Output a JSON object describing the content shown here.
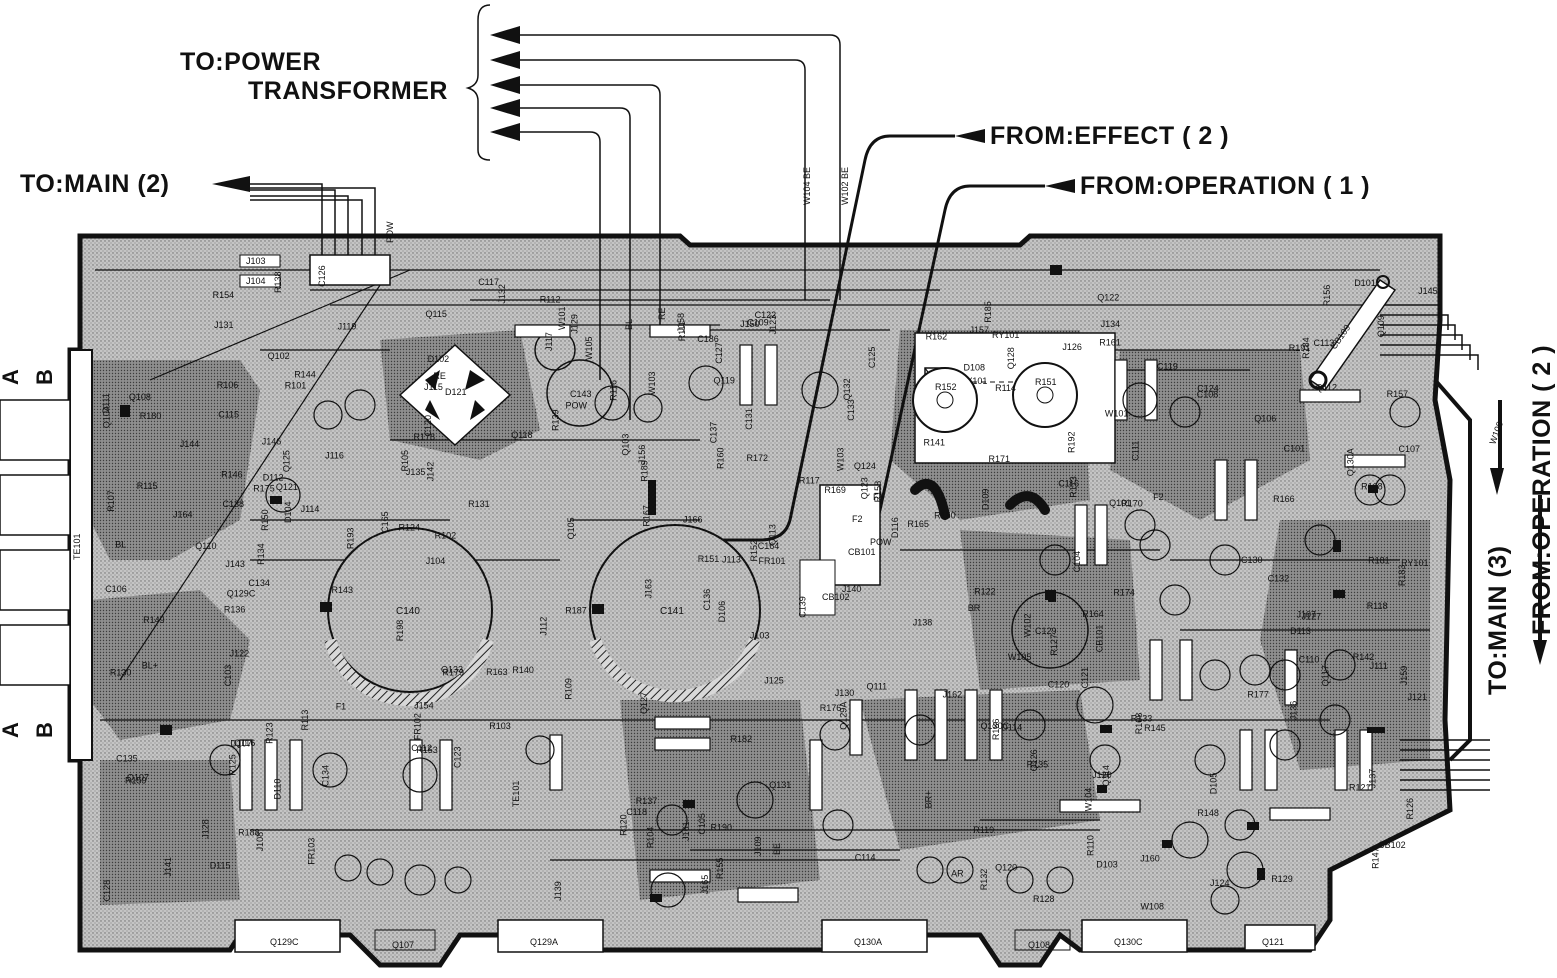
{
  "callouts": {
    "to_power_line1": "TO:POWER",
    "to_power_line2": "TRANSFORMER",
    "to_main_2": "TO:MAIN (2)",
    "from_effect_2": "FROM:EFFECT ( 2 )",
    "from_operation_1": "FROM:OPERATION ( 1 )",
    "to_main_3": "TO:MAIN (3)",
    "from_operation_2": "FROM:OPERATION ( 2 )"
  },
  "side_labels": {
    "a_top": "A",
    "b_top": "B",
    "a_bottom": "A",
    "b_bottom": "B"
  },
  "capacitors_large": [
    {
      "id": "c140",
      "label": "C140"
    },
    {
      "id": "c141",
      "label": "C141"
    },
    {
      "id": "c129",
      "label": "C129"
    },
    {
      "id": "c143",
      "label": "C143"
    }
  ],
  "component_labels": [
    "J103",
    "J104",
    "J128",
    "J156",
    "J157",
    "J154",
    "J140",
    "J141",
    "R134",
    "R193",
    "R171",
    "RY101",
    "R169",
    "R170",
    "D115",
    "C132",
    "D116",
    "D108",
    "C186",
    "Q127",
    "R168",
    "R152",
    "R151",
    "R153",
    "C123",
    "R147",
    "C121",
    "R115",
    "C165",
    "R192",
    "R107",
    "R111",
    "C105",
    "C127",
    "C101",
    "R113",
    "R119",
    "C124",
    "R154",
    "R148",
    "C122",
    "C109",
    "R105",
    "R101",
    "R162",
    "C134",
    "C135",
    "R173",
    "C120",
    "J129",
    "J131",
    "J132",
    "J166",
    "J107",
    "J108",
    "J109",
    "J165",
    "J163",
    "J160",
    "J159",
    "J158",
    "J130",
    "J120",
    "J161",
    "J164",
    "J121",
    "R114",
    "R117",
    "R118",
    "R116",
    "C112",
    "C110",
    "C108",
    "R104",
    "R106",
    "R102",
    "R112",
    "C104",
    "R191",
    "R124",
    "R123",
    "R149",
    "R139",
    "C131",
    "R129",
    "R121",
    "C115",
    "R127",
    "R131",
    "FR103",
    "R145",
    "C125",
    "J111",
    "J112",
    "R150",
    "R164",
    "R165",
    "D104",
    "D103",
    "C130",
    "R166",
    "Q115",
    "J139",
    "J138",
    "Q119",
    "Q118",
    "C133",
    "R122",
    "C106",
    "R130",
    "R146",
    "R132",
    "C126",
    "R126",
    "C114",
    "R140",
    "R150",
    "R142",
    "D114",
    "D102",
    "J144",
    "C139",
    "C138",
    "R144",
    "R175",
    "R189",
    "C136",
    "D109",
    "C137",
    "Q133",
    "R190",
    "C164",
    "R133",
    "J126",
    "J134",
    "C117",
    "C116",
    "FR101",
    "Q107",
    "R135",
    "J137",
    "J135",
    "J136",
    "R167",
    "C134",
    "R158",
    "J143",
    "R136",
    "C128",
    "C120",
    "FR102",
    "C118",
    "R138",
    "R177",
    "Q108",
    "J145",
    "R198",
    "J146",
    "Q129C",
    "Q129A",
    "Q130A",
    "Q130C",
    "Q121",
    "CB101",
    "CB102",
    "F1",
    "F2",
    "J142",
    "D101",
    "TE101",
    "W101",
    "W102",
    "W103",
    "W104",
    "W105",
    "W108",
    "J113",
    "J114",
    "J115",
    "J116",
    "J117",
    "J119",
    "J122",
    "J123",
    "J124",
    "J125",
    "J127",
    "J150",
    "J162",
    "R108",
    "R109",
    "R110",
    "R120",
    "R128",
    "C103",
    "C107",
    "C111",
    "C113",
    "C119",
    "D105",
    "D106",
    "D107",
    "D110",
    "D111",
    "D112",
    "D113",
    "Q101",
    "Q102",
    "Q103",
    "Q104",
    "Q105",
    "Q106",
    "Q109",
    "Q110",
    "Q111",
    "Q112",
    "Q113",
    "Q114",
    "Q116",
    "Q117",
    "Q120",
    "Q122",
    "Q123",
    "Q124",
    "Q125",
    "Q126",
    "Q128",
    "Q131",
    "Q132",
    "R103",
    "R125",
    "R137",
    "R141",
    "R143",
    "R155",
    "R156",
    "R157",
    "R159",
    "R160",
    "R161",
    "R163",
    "R172",
    "R174",
    "R176",
    "R178",
    "R179",
    "R180",
    "R181",
    "R182",
    "R183",
    "R184",
    "R185",
    "R186",
    "R187",
    "R188",
    "POW",
    "BE",
    "BL",
    "RE",
    "BR",
    "AR",
    "BR+",
    "BL+"
  ],
  "wire_labels": [
    "W104 BE",
    "W102 BE",
    "W101",
    "W105",
    "W103",
    "W108",
    "BL",
    "RE"
  ],
  "colors": {
    "board_fill": "#bdbdbd",
    "trace_fill": "#8a8a8a",
    "outline": "#111111",
    "background": "#ffffff"
  }
}
